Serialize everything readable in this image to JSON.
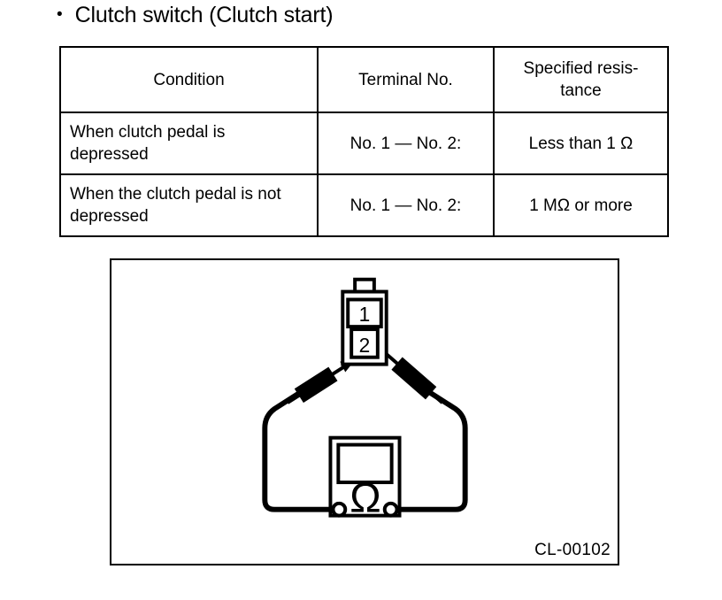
{
  "heading": {
    "bullet": "•",
    "title": "Clutch switch (Clutch start)"
  },
  "table": {
    "headers": [
      "Condition",
      "Terminal No.",
      "Specified resis-\ntance"
    ],
    "rows": [
      {
        "condition": "When clutch pedal is depressed",
        "terminal": "No. 1 — No. 2:",
        "resistance": "Less than 1 Ω"
      },
      {
        "condition": "When the clutch pedal is not depressed",
        "terminal": "No. 1 — No. 2:",
        "resistance": "1 MΩ or more"
      }
    ]
  },
  "figure": {
    "code": "CL-00102",
    "connector": {
      "terminal_top_label": "1",
      "terminal_bottom_label": "2"
    },
    "meter": {
      "symbol": "Ω"
    }
  }
}
